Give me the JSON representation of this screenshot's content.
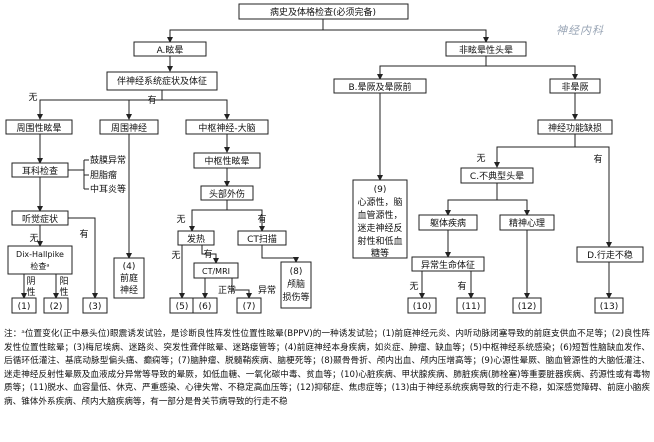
{
  "watermark": "神经内科",
  "nodes": {
    "root": "病史及体格检查(必须完备)",
    "a": "A.眩晕",
    "nonvertigo": "非眩晕性头晕",
    "accomp": "伴神经系统症状及体征",
    "b": "B.晕厥及晕厥前",
    "presyncope": "非晕厥",
    "peri_vertigo": "周围性眩晕",
    "peri_nerve": "周围神经",
    "central": "中枢神经-大脑",
    "neuro_func": "神经功能缺损",
    "ear_exam": "耳科检查",
    "ear_opts": [
      "鼓膜异常",
      "胆脂瘤",
      "中耳炎等"
    ],
    "central_vertigo": "中枢性眩晕",
    "headache": "头部外伤",
    "c": "C.不典型头晕",
    "hearing": "听觉症状",
    "dix": [
      "Dix-Hallpike",
      "检查ᵃ"
    ],
    "fever": "发热",
    "ct": "CT扫描",
    "ctmri": "CT/MRI",
    "systemic": "躯体疾病",
    "psych": "精神心理",
    "abn_vital": "异常生命体征",
    "d": "D.行走不稳",
    "n4": [
      "(4)",
      "前庭",
      "神经"
    ],
    "n8": [
      "(8)",
      "颅脑",
      "损伤等"
    ],
    "n9": [
      "(9)",
      "心源性，脑",
      "血管源性，",
      "迷走神经反",
      "射性和低血",
      "糖等"
    ],
    "leaf1": "(1)",
    "leaf2": "(2)",
    "leaf3": "(3)",
    "leaf5": "(5)",
    "leaf6": "(6)",
    "leaf7": "(7)",
    "leaf10": "(10)",
    "leaf11": "(11)",
    "leaf12": "(12)",
    "leaf13": "(13)"
  },
  "edge_labels": {
    "no": "无",
    "yes": "有",
    "neg": [
      "阴",
      "性"
    ],
    "pos": [
      "阳",
      "性"
    ],
    "normal": "正常",
    "abnormal": "异常"
  },
  "notes": "注：ᵃ位置变化(正中悬头位)眼震诱发试验，是诊断良性阵发性位置性眩晕(BPPV)的一种诱发试验；(1)前庭神经元炎、内听动脉闭塞导致的前庭支供血不足等；(2)良性阵发性位置性眩晕；(3)梅尼埃病、迷路炎、突发性聋伴眩晕、迷路瘘管等；(4)前庭神经本身疾病，如炎症、肿瘤、缺血等；(5)中枢神经系统感染；(6)短暂性脑缺血发作、后循环低灌注、基底动脉型偏头痛、癫痫等；(7)脑肿瘤、脱髓鞘疾病、脑梗死等；(8)颞骨骨折、颅内出血、颅内压增高等；(9)心源性晕厥、脑血管源性的大脑低灌注、迷走神经反射性晕厥及血液成分异常等导致的晕厥，如低血糖、一氧化碳中毒、贫血等；(10)心脏疾病、甲状腺疾病、肺脏疾病(肺栓塞)等重要脏器疾病、药源性或有毒物质等；(11)脱水、血容量低、休克、严重感染、心律失常、不稳定高血压等；(12)抑郁症、焦虑症等；(13)由于神经系统疾病导致的行走不稳，如深感觉障碍、前庭小脑疾病、锥体外系疾病、颅内大脑疾病等，有一部分是骨关节病导致的行走不稳"
}
